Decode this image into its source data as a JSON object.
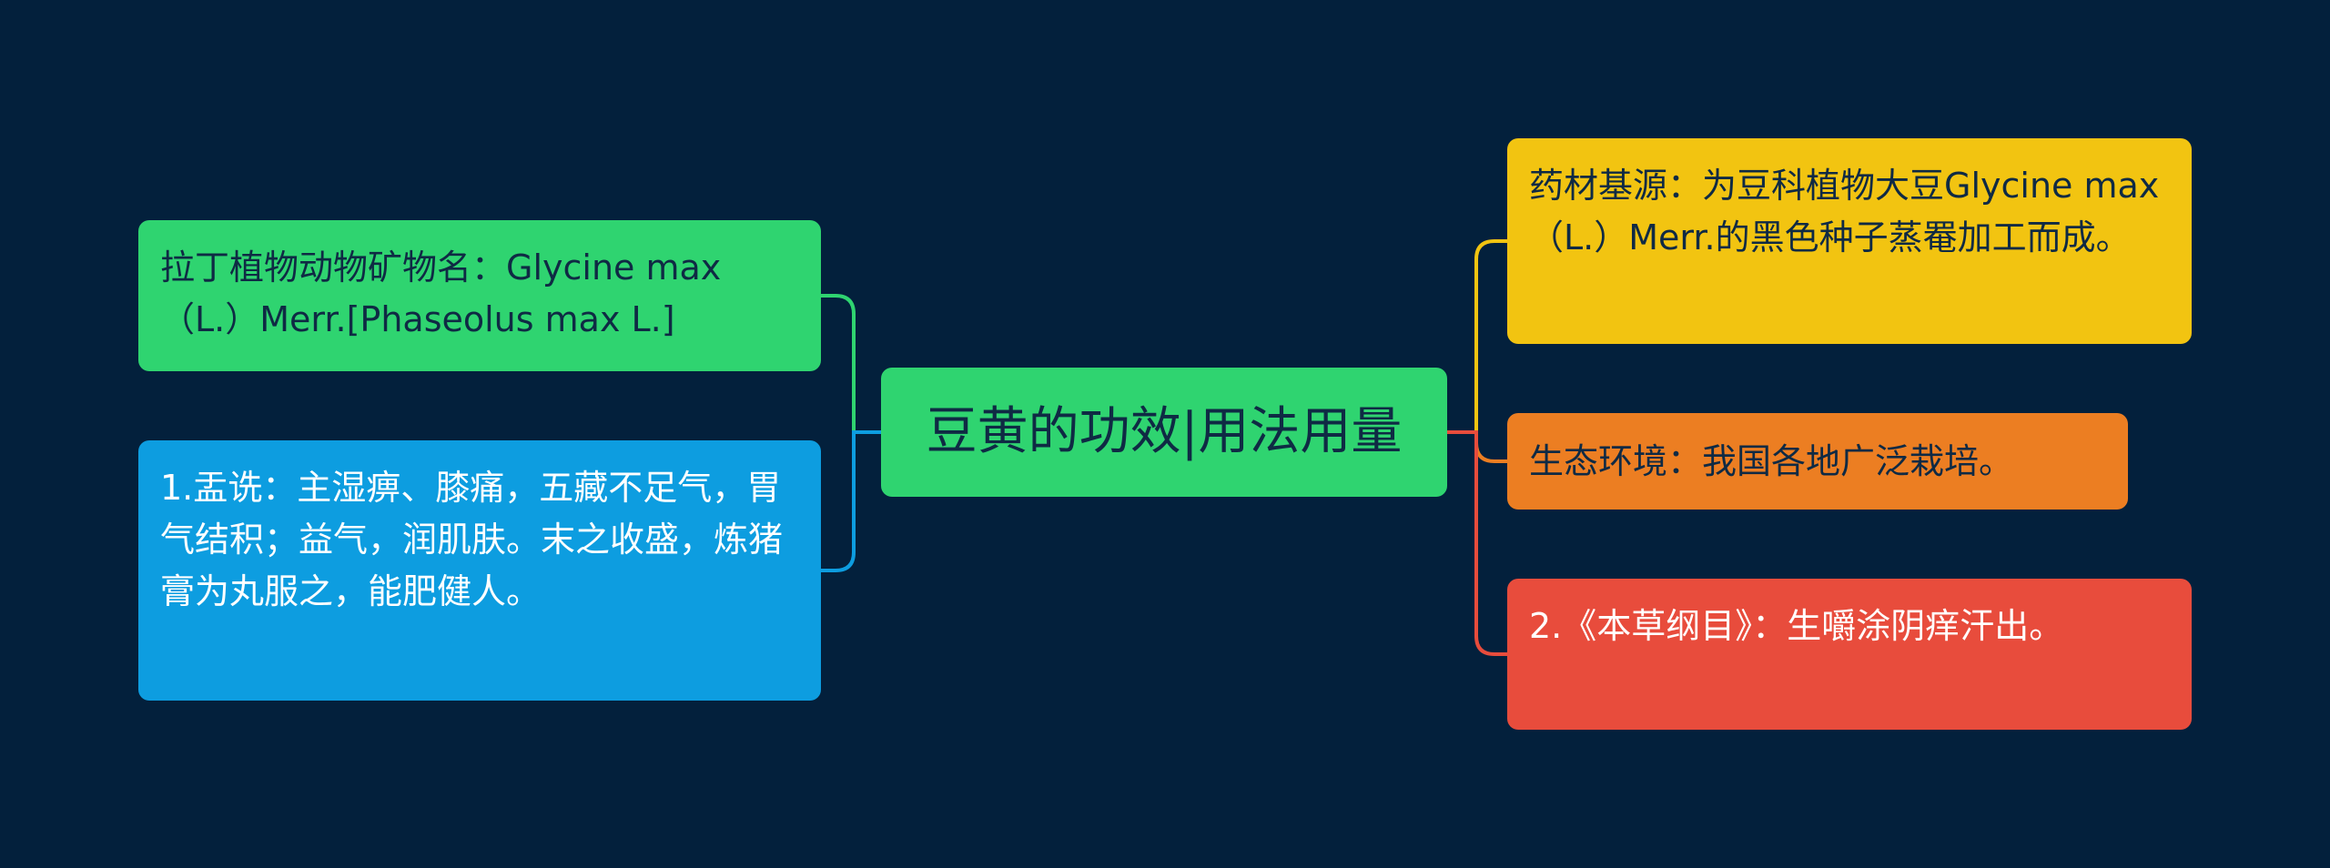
{
  "root": {
    "label": "豆黄的功效|用法用量"
  },
  "left": [
    {
      "id": "latin",
      "text": "拉丁植物动物矿物名：Glycine max（L.）Merr.[Phaseolus max L.]",
      "color": "#2fd470"
    },
    {
      "id": "use",
      "text": "1.盂诜：主湿痹、膝痛，五藏不足气，胃气结积；益气，润肌肤。末之收盛，炼猪膏为丸服之，能肥健人。",
      "color": "#0d9de0"
    }
  ],
  "right": [
    {
      "id": "source",
      "text": "药材基源：为豆科植物大豆Glycine max（L.）Merr.的黑色种子蒸罨加工而成。",
      "color": "#f2c411"
    },
    {
      "id": "habitat",
      "text": "生态环境：我国各地广泛栽培。",
      "color": "#ec7e22"
    },
    {
      "id": "bencao",
      "text": "2.《本草纲目》：生嚼涂阴痒汗出。",
      "color": "#e84c3c"
    }
  ],
  "colors": {
    "background": "#03203c"
  }
}
